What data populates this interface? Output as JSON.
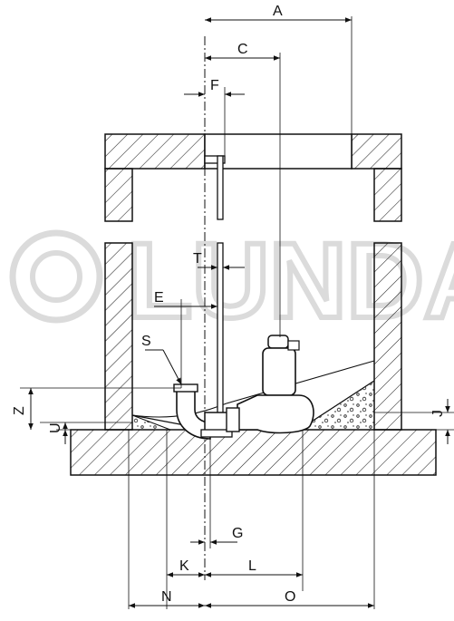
{
  "watermark": "LUNDA",
  "labels": {
    "A": "A",
    "C": "C",
    "F": "F",
    "T": "T",
    "E": "E",
    "S": "S",
    "Z": "Z",
    "U": "U",
    "J": "J",
    "G": "G",
    "K": "K",
    "L": "L",
    "N": "N",
    "O": "O"
  }
}
